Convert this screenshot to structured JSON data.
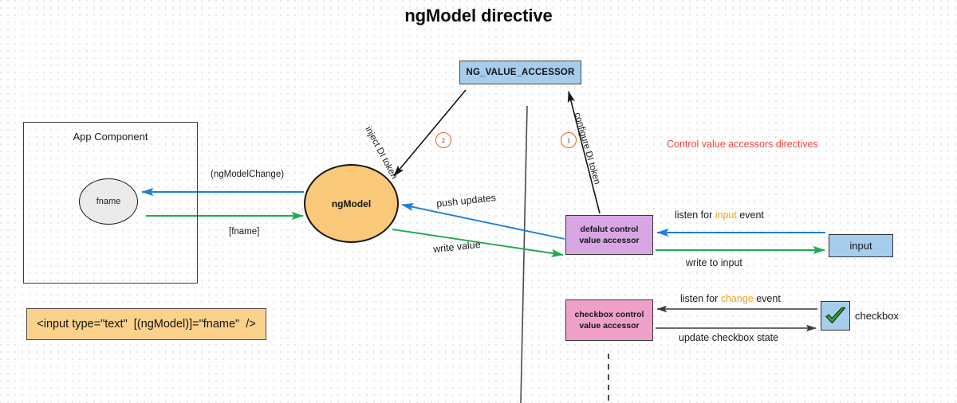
{
  "title": "ngModel directive",
  "nodes": {
    "ng_value_accessor": "NG_VALUE_ACCESSOR",
    "app_component": "App Component",
    "fname": "fname",
    "ngmodel": "ngModel",
    "code_snippet": "<input type=\"text\"  [(ngModel)]=\"fname\"  />",
    "default_cva_line1": "defalut control",
    "default_cva_line2": "value accessor",
    "checkbox_cva_line1": "checkbox control",
    "checkbox_cva_line2": "value accessor",
    "input_element": "input",
    "checkbox_label": "checkbox"
  },
  "notes": {
    "red_note": "Control value accessors directives"
  },
  "edges": {
    "ngmodelchange": "(ngModelChange)",
    "fname_binding": "[fname]",
    "push_updates": "push updates",
    "write_value": "write value",
    "inject_di_token": "inject DI token",
    "configure_di_token": "configure DI token",
    "listen_input_prefix": "listen for ",
    "listen_input_keyword": "input",
    "listen_input_suffix": " event",
    "write_to_input": "write to input",
    "listen_change_prefix": "listen for ",
    "listen_change_keyword": "change",
    "listen_change_suffix": " event",
    "update_checkbox_state": "update checkbox state"
  },
  "steps": {
    "one": "1",
    "two": "2"
  },
  "colors": {
    "accent_blue": "#a7cdec",
    "ngmodel_orange": "#f9c979",
    "code_orange": "#fcd18b",
    "purple": "#d8a7e3",
    "pink": "#efa0c8",
    "arrow_blue": "#1f7fd4",
    "arrow_green": "#24a855",
    "arrow_dark": "#3a3a3a",
    "red_note": "#f0443d",
    "keyword_orange": "#f5a30f",
    "step_circle": "#ef6026"
  },
  "icons": {
    "checkmark": "check-icon"
  }
}
